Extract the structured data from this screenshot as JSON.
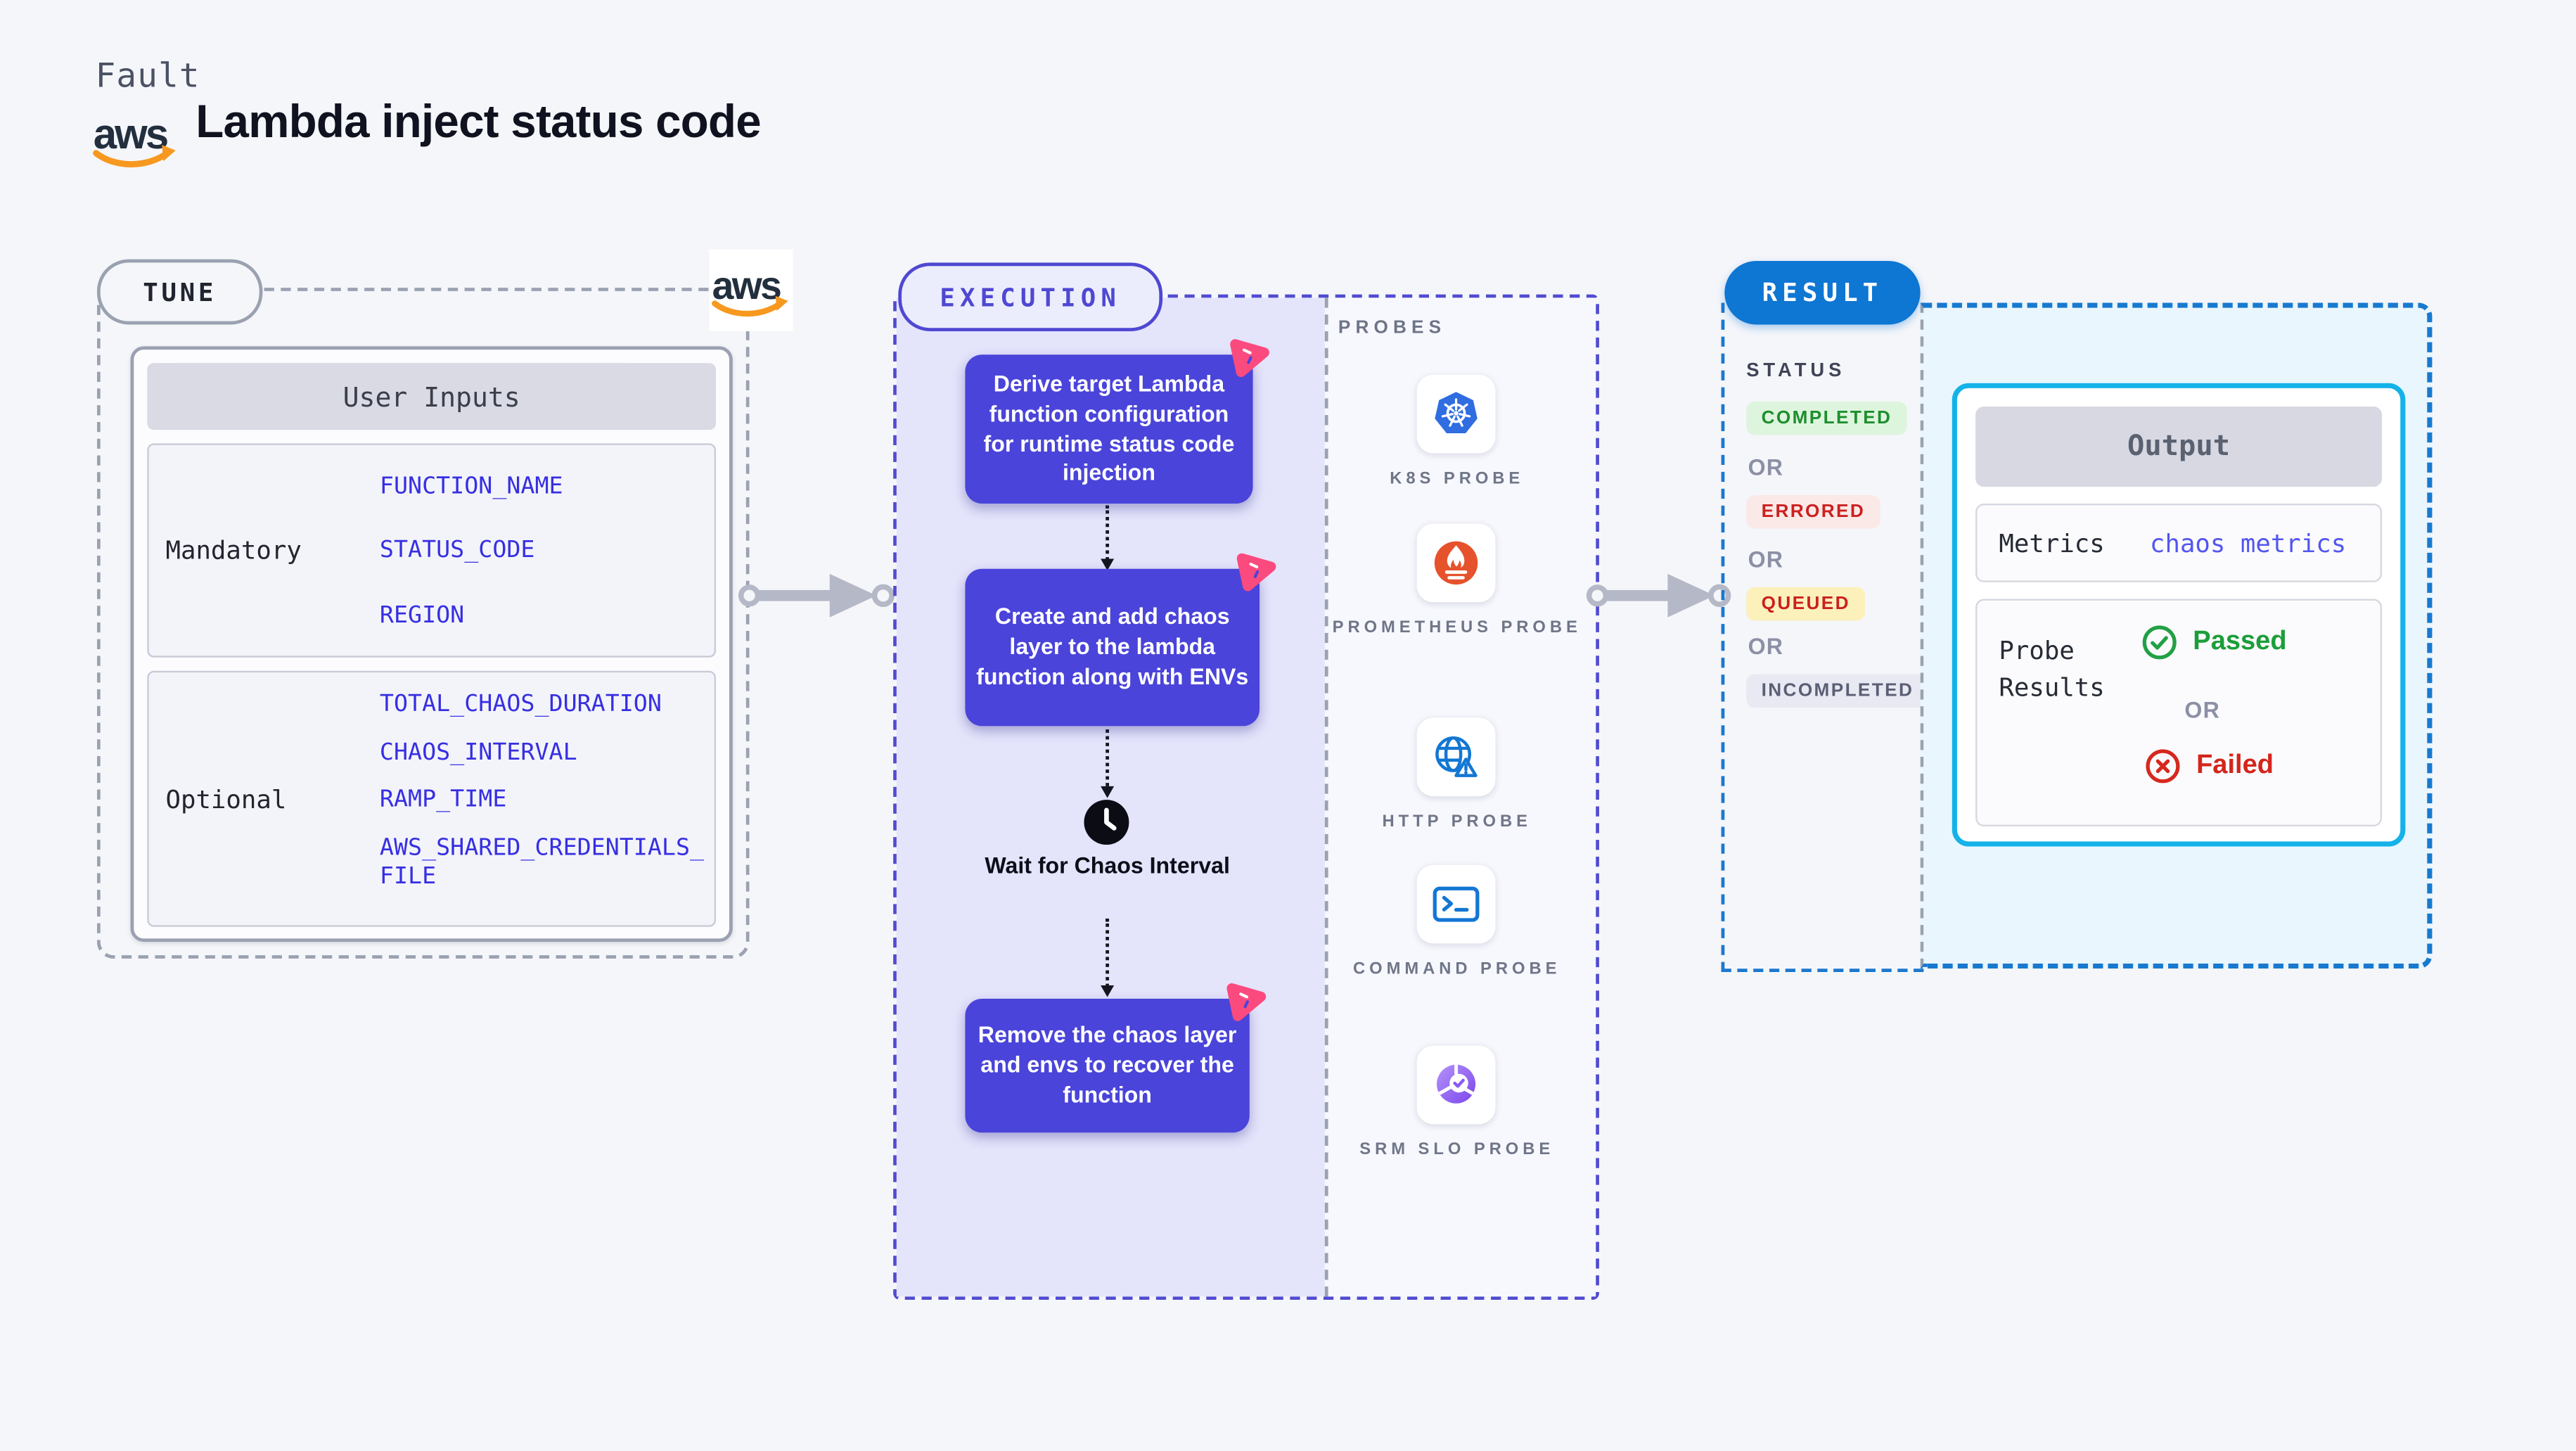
{
  "header": {
    "eyebrow": "Fault",
    "title": "Lambda inject status code"
  },
  "aws_logo": {
    "text": "aws"
  },
  "tune": {
    "pill": "TUNE",
    "user_inputs": {
      "title": "User Inputs",
      "mandatory_label": "Mandatory",
      "mandatory_values": [
        "FUNCTION_NAME",
        "STATUS_CODE",
        "REGION"
      ],
      "optional_label": "Optional",
      "optional_values": [
        "TOTAL_CHAOS_DURATION",
        "CHAOS_INTERVAL",
        "RAMP_TIME",
        "AWS_SHARED_CREDENTIALS_FILE"
      ]
    }
  },
  "execution": {
    "pill": "EXECUTION",
    "steps": [
      "Derive target Lambda function configuration for runtime status code injection",
      "Create and add chaos layer to the lambda function along with ENVs",
      "Remove the chaos layer and envs to recover the function"
    ],
    "wait_label": "Wait for Chaos Interval"
  },
  "probes": {
    "title": "PROBES",
    "items": [
      {
        "label": "K8S PROBE",
        "icon": "kubernetes-icon"
      },
      {
        "label": "PROMETHEUS PROBE",
        "icon": "prometheus-icon"
      },
      {
        "label": "HTTP PROBE",
        "icon": "http-globe-warning-icon"
      },
      {
        "label": "COMMAND PROBE",
        "icon": "terminal-icon"
      },
      {
        "label": "SRM SLO PROBE",
        "icon": "slo-donut-check-icon"
      }
    ]
  },
  "result": {
    "pill": "RESULT",
    "status_title": "STATUS",
    "or_separator": "OR",
    "statuses": [
      {
        "label": "COMPLETED",
        "style": "color:#1e8e2e;background:#def5dd"
      },
      {
        "label": "ERRORED",
        "style": "color:#cb2121;background:#fbe9e7"
      },
      {
        "label": "QUEUED",
        "style": "color:#cb2020;background:#fcf0bb"
      },
      {
        "label": "INCOMPLETED",
        "style": "color:#5b5f75;background:#e8e9f2"
      }
    ],
    "output": {
      "title": "Output",
      "metrics_label": "Metrics",
      "metrics_value": "chaos metrics",
      "probe_results_label": "Probe Results",
      "passed_label": "Passed",
      "or_separator": "OR",
      "failed_label": "Failed"
    }
  },
  "colors": {
    "accent_indigo": "#4a44da",
    "execution_border": "#514bd0",
    "result_blue": "#0e76d3",
    "result_dash_blue": "#1b78cf",
    "output_cyan": "#14b2e8",
    "value_blue": "#372fe2",
    "passed_green": "#22a044",
    "failed_red": "#d6281e",
    "litmus_pink": "#fb4b7e",
    "aws_orange": "#f7981f"
  }
}
